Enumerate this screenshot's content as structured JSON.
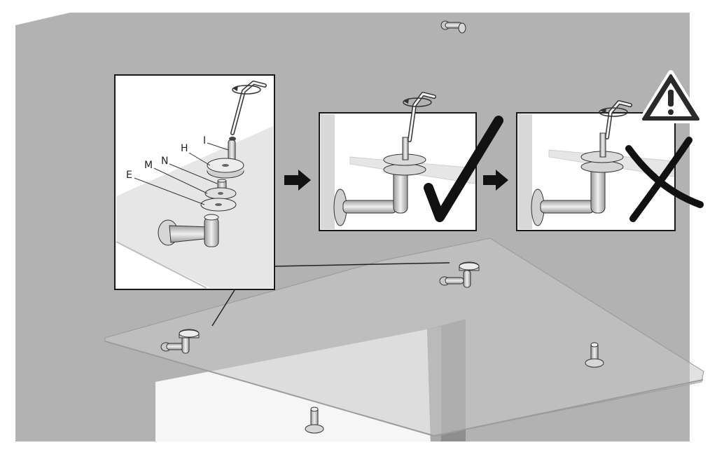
{
  "figure": {
    "kind": "assembly-instruction-illustration",
    "colors": {
      "wall": "#b2b2b2",
      "glass": "#bcbcbc",
      "panel_bg": "#ffffff",
      "metal": "#d4d4d4",
      "outline": "#1a1a1a",
      "good_mark": "#1a1a1a",
      "bad_mark": "#1a1a1a",
      "warning_fill": "#2a2a2a"
    }
  },
  "detail": {
    "part_labels": [
      "I",
      "H",
      "N",
      "M",
      "E"
    ]
  },
  "steps": [
    {
      "id": "step-correct",
      "result": "correct",
      "icon": "check-mark-icon"
    },
    {
      "id": "step-incorrect",
      "result": "incorrect",
      "icon": "cross-mark-icon"
    }
  ],
  "arrows": [
    "arrow-right-icon",
    "arrow-right-icon"
  ],
  "warning": {
    "icon": "warning-triangle-icon",
    "symbol": "!"
  }
}
